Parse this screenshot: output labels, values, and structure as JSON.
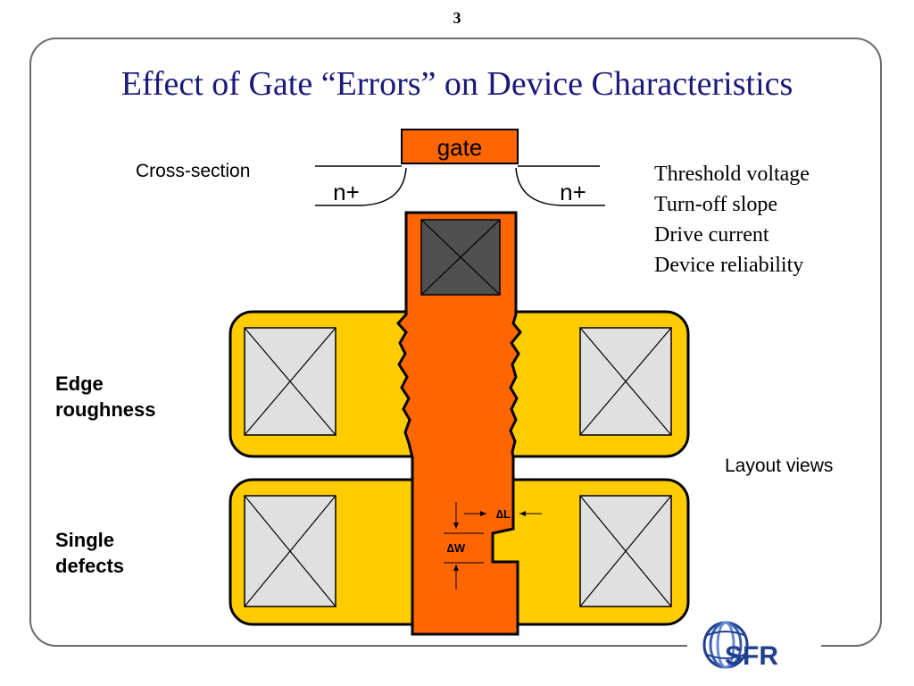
{
  "slide": {
    "page_number": "3",
    "title": "Effect of Gate “Errors” on Device Characteristics"
  },
  "cross_section": {
    "label": "Cross-section",
    "gate_label": "gate",
    "source_label": "n+",
    "drain_label": "n+"
  },
  "characteristics": [
    "Threshold voltage",
    "Turn-off slope",
    "Drive current",
    "Device reliability"
  ],
  "layout": {
    "views_label": "Layout views",
    "edge_roughness_label": [
      "Edge",
      "roughness"
    ],
    "single_defects_label": [
      "Single",
      "defects"
    ],
    "delta_l_label": "∆L",
    "delta_w_label": "∆W"
  },
  "logo": {
    "text": "SFR",
    "primary_color": "#1f3f8f"
  },
  "colors": {
    "title": "#1a1a7a",
    "gate_fill": "#ff6600",
    "active_fill": "#ffcc00",
    "contact_fill": "#e0e0e0",
    "gate_contact_fill": "#505050",
    "frame": "#6b6b6b"
  }
}
